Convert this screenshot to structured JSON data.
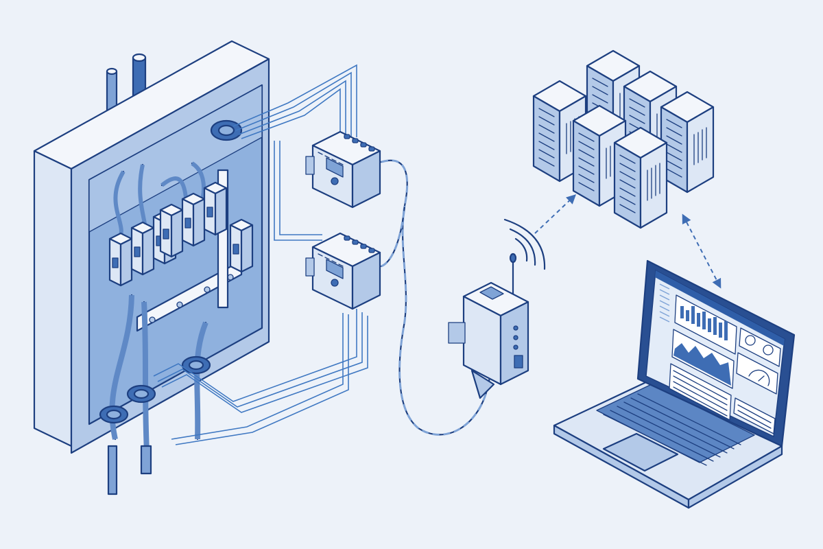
{
  "diagram": {
    "components": [
      {
        "id": "distribution-panel",
        "icon": "electrical-panel-icon"
      },
      {
        "id": "current-transformers",
        "icon": "current-clamp-icon"
      },
      {
        "id": "energy-meter-1",
        "icon": "din-rail-meter-icon"
      },
      {
        "id": "energy-meter-2",
        "icon": "din-rail-meter-icon"
      },
      {
        "id": "iot-gateway",
        "icon": "wireless-gateway-icon"
      },
      {
        "id": "server-cluster",
        "icon": "server-rack-icon"
      },
      {
        "id": "laptop-dashboard",
        "icon": "laptop-icon"
      }
    ],
    "connections": [
      {
        "from": "current-transformers",
        "to": "energy-meter-1",
        "style": "wire"
      },
      {
        "from": "current-transformers",
        "to": "energy-meter-2",
        "style": "wire"
      },
      {
        "from": "energy-meter-1",
        "to": "iot-gateway",
        "style": "twisted-pair-cable"
      },
      {
        "from": "energy-meter-2",
        "to": "iot-gateway",
        "style": "twisted-pair-cable"
      },
      {
        "from": "iot-gateway",
        "to": "server-cluster",
        "style": "dashed-arrow-wireless"
      },
      {
        "from": "server-cluster",
        "to": "laptop-dashboard",
        "style": "dashed-arrow-bidirectional"
      }
    ],
    "colors": {
      "outline": "#1d3f80",
      "accent": "#3e6db4",
      "fill_light": "#dde7f5",
      "fill_mid": "#b3c9e8",
      "background": "#edf2f9"
    }
  }
}
